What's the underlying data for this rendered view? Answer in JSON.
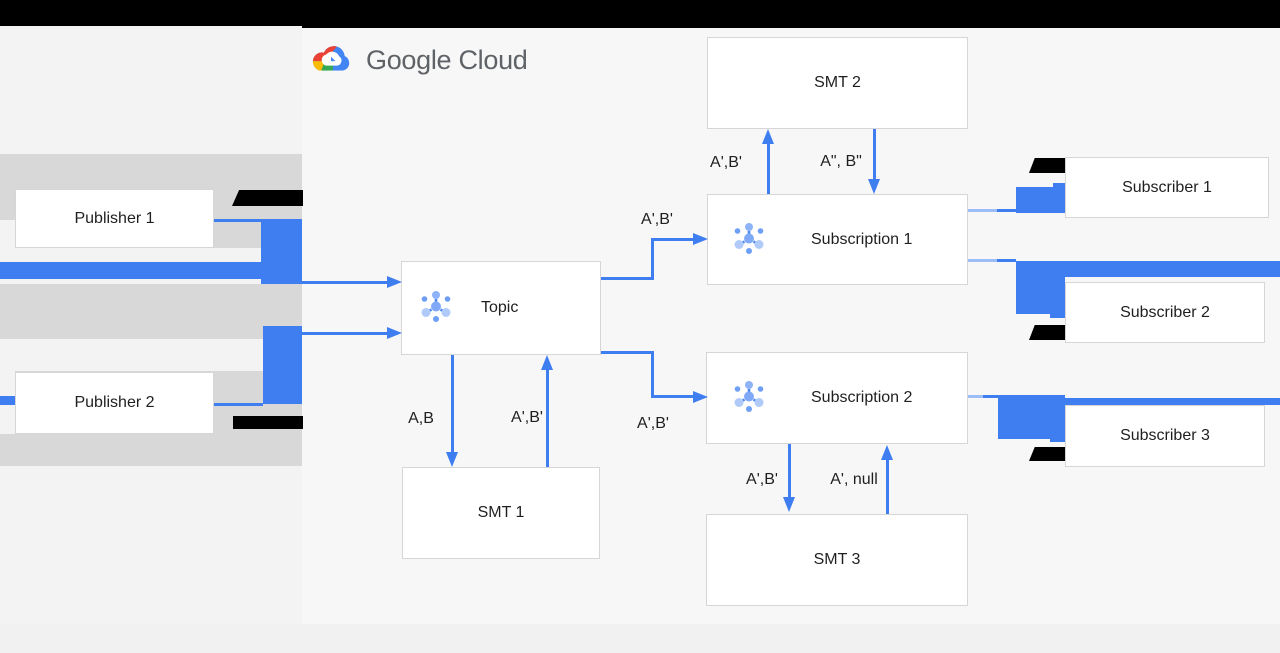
{
  "logo": {
    "text": "Google Cloud"
  },
  "nodes": {
    "publisher1": "Publisher 1",
    "publisher2": "Publisher 2",
    "topic": "Topic",
    "smt1": "SMT 1",
    "smt2": "SMT 2",
    "smt3": "SMT 3",
    "subscription1": "Subscription 1",
    "subscription2": "Subscription 2",
    "subscriber1": "Subscriber 1",
    "subscriber2": "Subscriber 2",
    "subscriber3": "Subscriber 3"
  },
  "edge_labels": {
    "topic_to_smt1": "A,B",
    "smt1_to_topic": "A',B'",
    "topic_to_subscription1": "A',B'",
    "topic_to_subscription2": "A',B'",
    "subscription1_to_smt2": "A',B'",
    "smt2_to_subscription1": "A\", B\"",
    "subscription2_to_smt3": "A',B'",
    "smt3_to_subscription2": "A', null"
  },
  "colors": {
    "arrow_blue": "#3f7ef0",
    "light_blue": "#9dbdf7",
    "stripe_gray": "#d8d8d8",
    "redaction_black": "#000000",
    "logo_text_gray": "#5f6368"
  }
}
